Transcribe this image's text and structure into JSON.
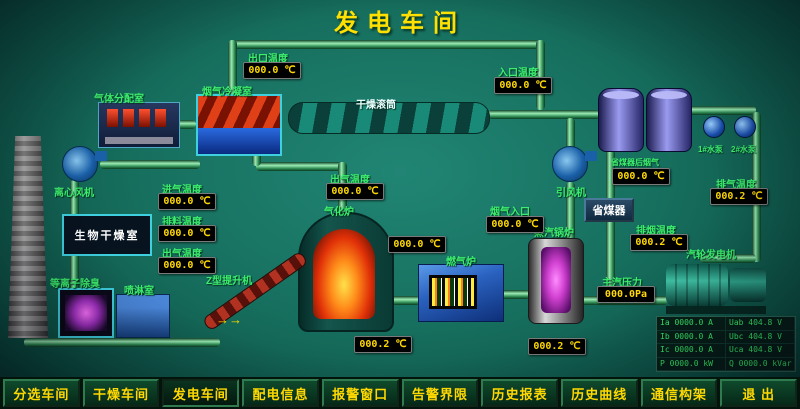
{
  "title": "发电车间",
  "nav": {
    "items": [
      "分选车间",
      "干燥车间",
      "发电车间",
      "配电信息",
      "报警窗口",
      "告警界限",
      "历史报表",
      "历史曲线",
      "通信构架",
      "退 出"
    ]
  },
  "equipment": {
    "gas_dist_room": "气体分配室",
    "flue_condenser": "烟气冷凝室",
    "drying_drum": "干燥滚筒",
    "centrifugal_fan": "离心风机",
    "bio_drying_room": "生物干燥室",
    "plasma_deodorizer": "等离子除臭",
    "spray_room": "喷淋室",
    "z_elevator": "Z型提升机",
    "gasifier": "气化炉",
    "gas_furnace": "燃气炉",
    "steam_boiler": "蒸汽锅炉",
    "economizer": "省煤器",
    "induced_fan": "引风机",
    "turbine_generator": "汽轮发电机",
    "pump1": "1#水泵",
    "pump2": "2#水泵"
  },
  "readings": [
    {
      "label": "出口温度",
      "value": "000.0 ℃"
    },
    {
      "label": "入口温度",
      "value": "000.0 ℃"
    },
    {
      "label": "进气温度",
      "value": "000.0 ℃"
    },
    {
      "label": "排料温度",
      "value": "000.0 ℃"
    },
    {
      "label": "出气温度",
      "value": "000.0 ℃"
    },
    {
      "label": "出气温度",
      "value": "000.0 ℃"
    },
    {
      "label": "",
      "value": "000.0 ℃"
    },
    {
      "label": "烟气入口",
      "value": "000.0 ℃"
    },
    {
      "label": "省煤器后烟气",
      "value": "000.0 ℃"
    },
    {
      "label": "排烟温度",
      "value": "000.2 ℃"
    },
    {
      "label": "排气温度",
      "value": "000.2 ℃"
    },
    {
      "label": "主汽压力",
      "value": "000.0Pa"
    },
    {
      "label": "",
      "value": "000.2 ℃"
    },
    {
      "label": "",
      "value": "000.2 ℃"
    }
  ],
  "gen": {
    "rows": [
      [
        "Ia 0000.0 A",
        "Uab 404.8 V"
      ],
      [
        "Ib 0000.0 A",
        "Ubc 404.8 V"
      ],
      [
        "Ic 0000.0 A",
        "Uca 404.8 V"
      ],
      [
        "P 0000.0 kW",
        "Q 0000.0 kVar"
      ]
    ]
  },
  "decor": {
    "arrows": "→→"
  }
}
